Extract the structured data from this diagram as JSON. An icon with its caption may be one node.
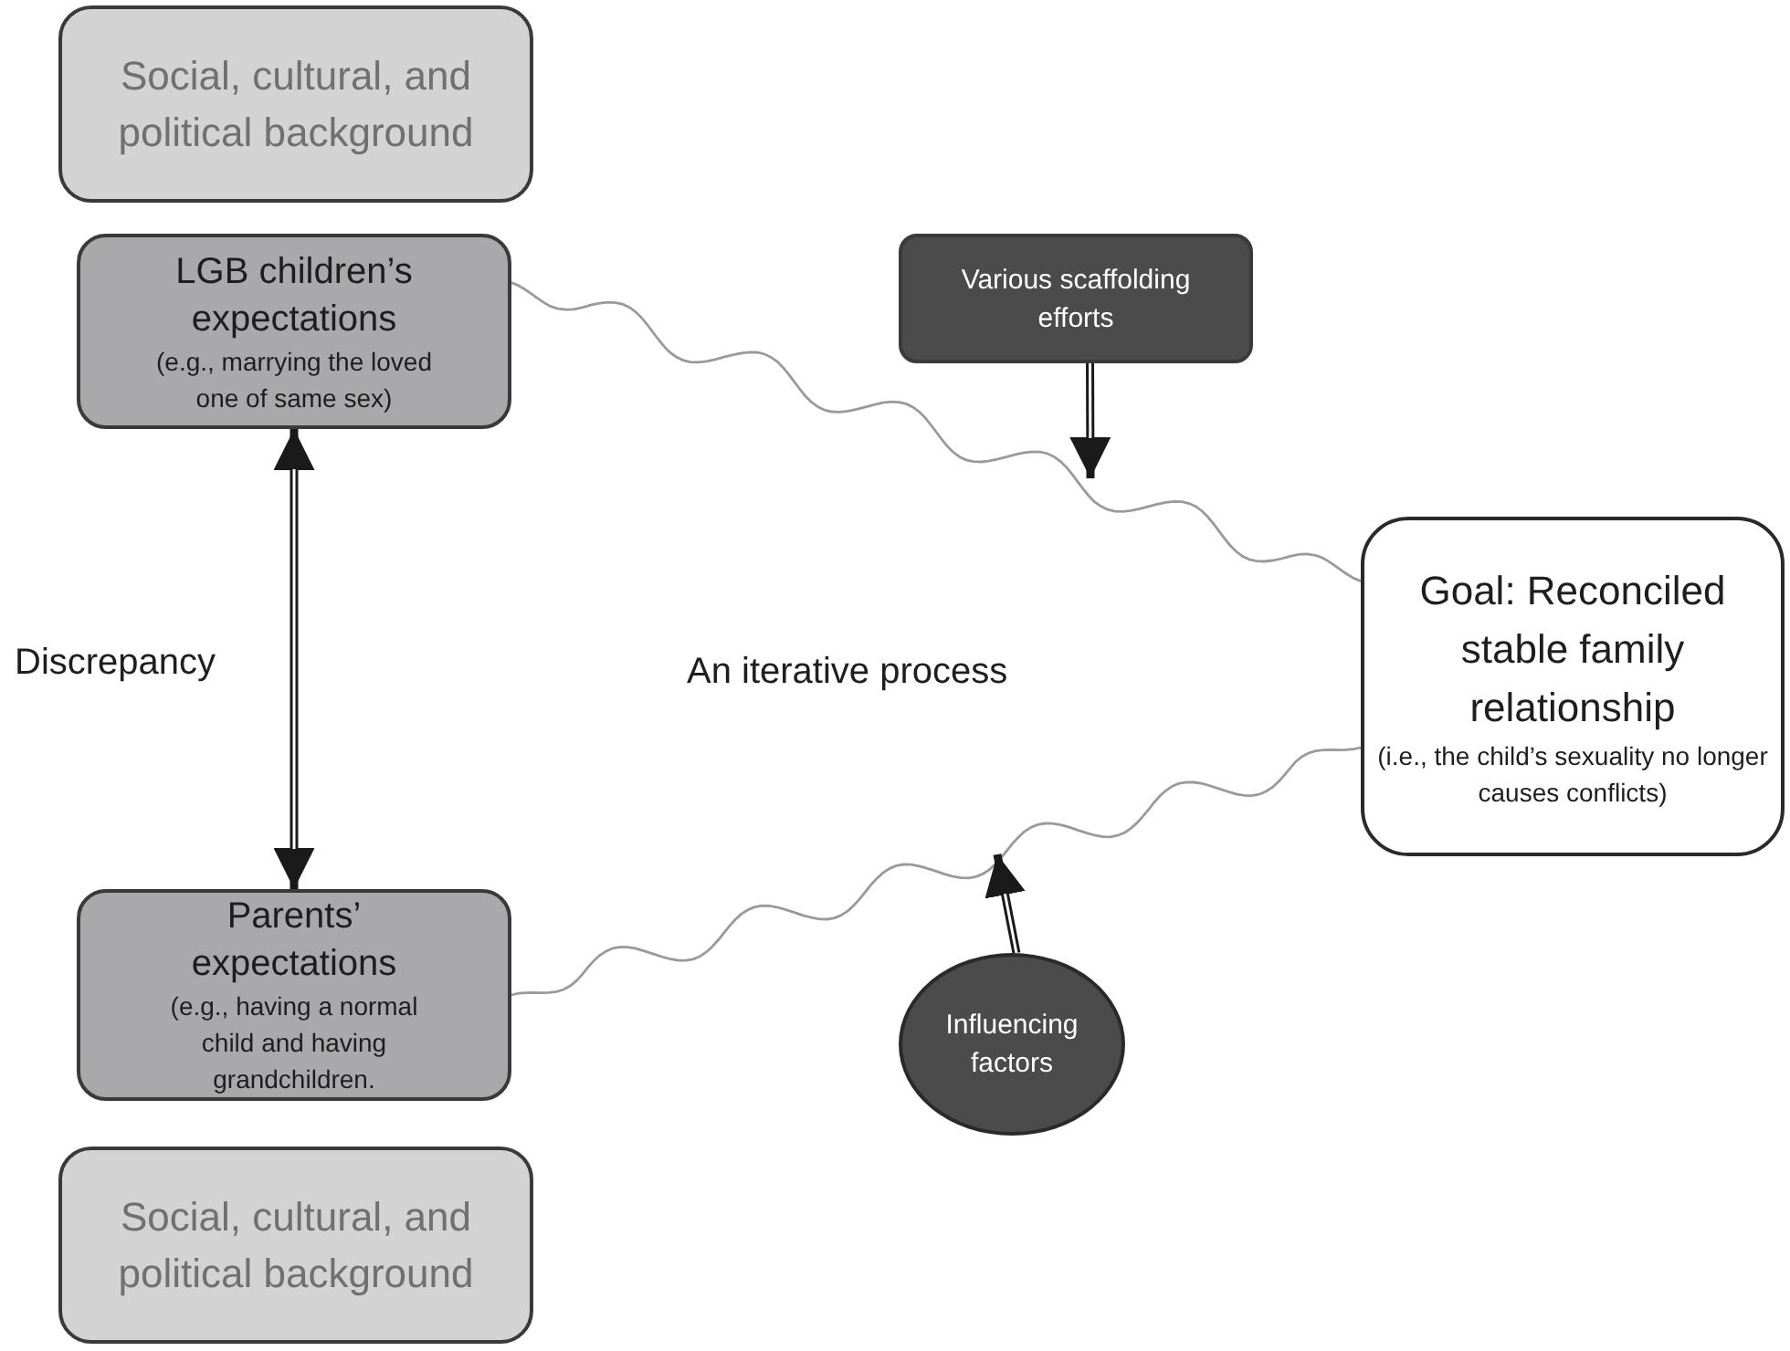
{
  "diagram": {
    "nodes": [
      {
        "text": [
          "Social, cultural, and political background"
        ]
      },
      {
        "text": [
          "LGB children’s expectations",
          "(e.g., marrying the loved one of same sex)"
        ]
      },
      {
        "text": [
          "Parents’ expectations",
          "(e.g., having a normal child and having grandchildren."
        ]
      },
      {
        "text": [
          "Social, cultural, and political background"
        ]
      },
      {
        "text": [
          "Various scaffolding efforts"
        ]
      },
      {
        "text": [
          "Goal: Reconciled stable family relationship",
          "(i.e., the child’s sexuality no longer causes conflicts)"
        ]
      },
      {
        "text": [
          "Influencing factors"
        ]
      }
    ],
    "edges": [
      {
        "from": 1,
        "to": 2,
        "arrow": "both"
      },
      {
        "from": 1,
        "to": 5,
        "arrow": "none",
        "color": "#9a9a9a"
      },
      {
        "from": 2,
        "to": 5,
        "arrow": "none",
        "color": "#9a9a9a"
      },
      {
        "from": 4,
        "to": null,
        "arrow": "to"
      },
      {
        "from": 6,
        "to": null,
        "arrow": "to"
      }
    ],
    "labels": [
      "Discrepancy",
      "An iterative process"
    ]
  }
}
